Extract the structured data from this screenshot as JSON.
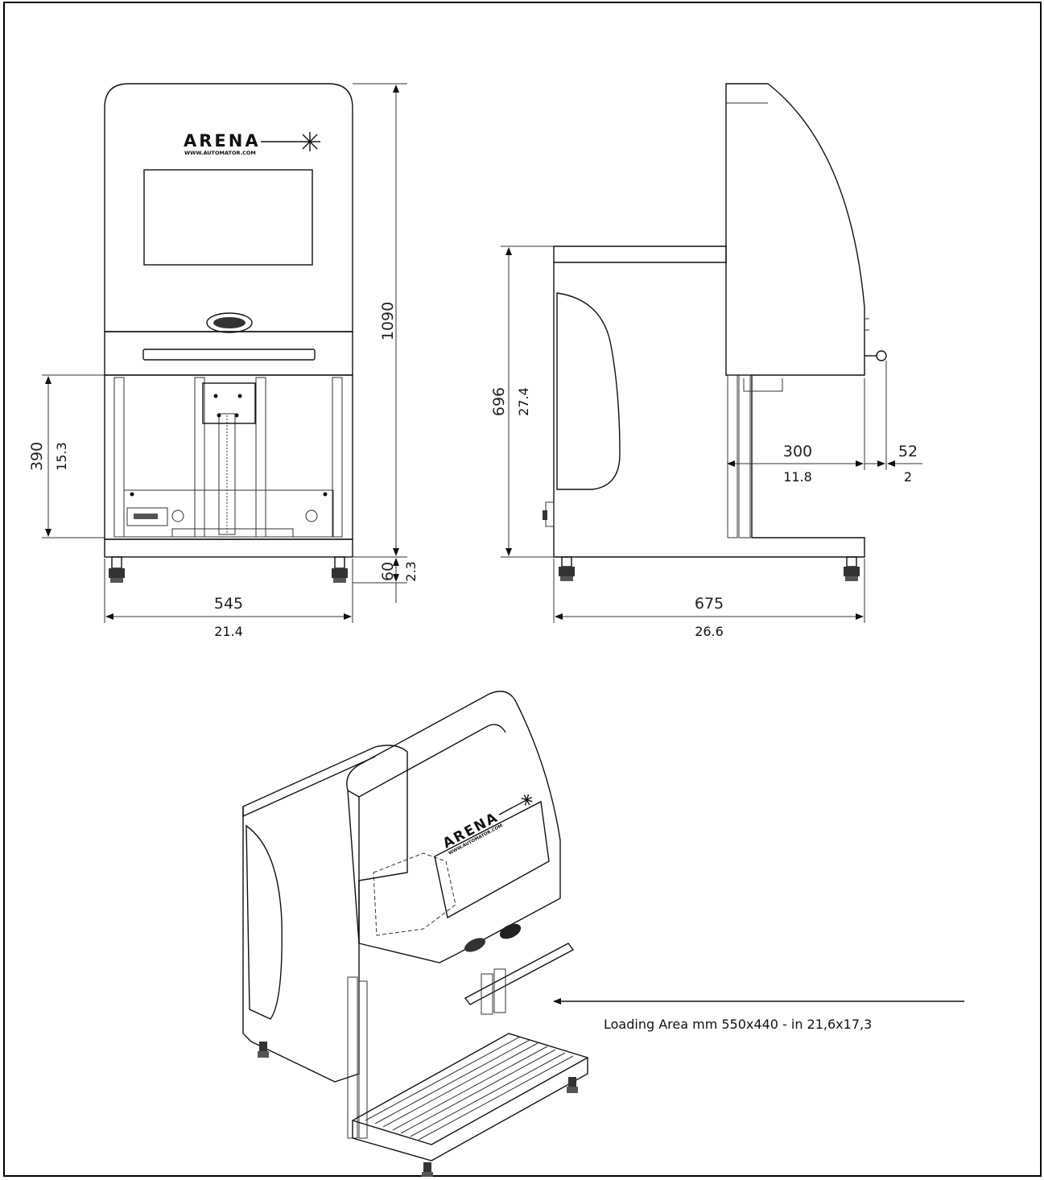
{
  "brand": {
    "name": "ARENA",
    "website": "WWW.AUTOMATOR.COM"
  },
  "front_view": {
    "height_total_mm": "1090",
    "opening_height_mm": "390",
    "opening_height_in": "15.3",
    "width_mm": "545",
    "width_in": "21.4",
    "foot_height_mm": "60",
    "foot_height_in": "2.3"
  },
  "side_view": {
    "body_height_mm": "696",
    "body_height_in": "27.4",
    "depth_mm": "675",
    "depth_in": "26.6",
    "head_offset_mm": "300",
    "head_offset_in": "11.8",
    "handle_mm": "52",
    "handle_in": "2"
  },
  "iso_view": {
    "loading_area_note": "Loading Area mm 550x440 - in 21,6x17,3"
  },
  "colors": {
    "line": "#111111",
    "background": "#ffffff"
  }
}
